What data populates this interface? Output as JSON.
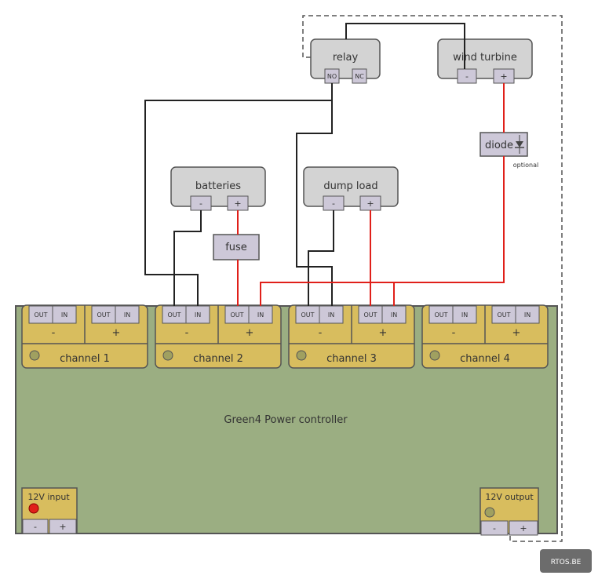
{
  "diagram": {
    "controller_label": "Green4 Power controller",
    "terminal_out": "OUT",
    "terminal_in": "IN",
    "minus": "-",
    "plus": "+",
    "channels": [
      {
        "label": "channel 1"
      },
      {
        "label": "channel 2"
      },
      {
        "label": "channel 3"
      },
      {
        "label": "channel 4"
      }
    ],
    "relay": {
      "label": "relay",
      "no": "NO",
      "nc": "NC"
    },
    "wind_turbine": {
      "label": "wind turbine"
    },
    "diode": {
      "label": "diode",
      "note": "optional"
    },
    "batteries": {
      "label": "batteries"
    },
    "fuse": {
      "label": "fuse"
    },
    "dump_load": {
      "label": "dump load"
    },
    "input_12v": {
      "label": "12V input"
    },
    "output_12v": {
      "label": "12V output"
    },
    "watermark": "RTOS.BE",
    "colors": {
      "board": "#9bae82",
      "channel": "#d8bd5e",
      "terminal": "#cdc8d8",
      "box": "#d3d3d3",
      "wire_red": "#e0201a",
      "wire_black": "#222222"
    }
  }
}
